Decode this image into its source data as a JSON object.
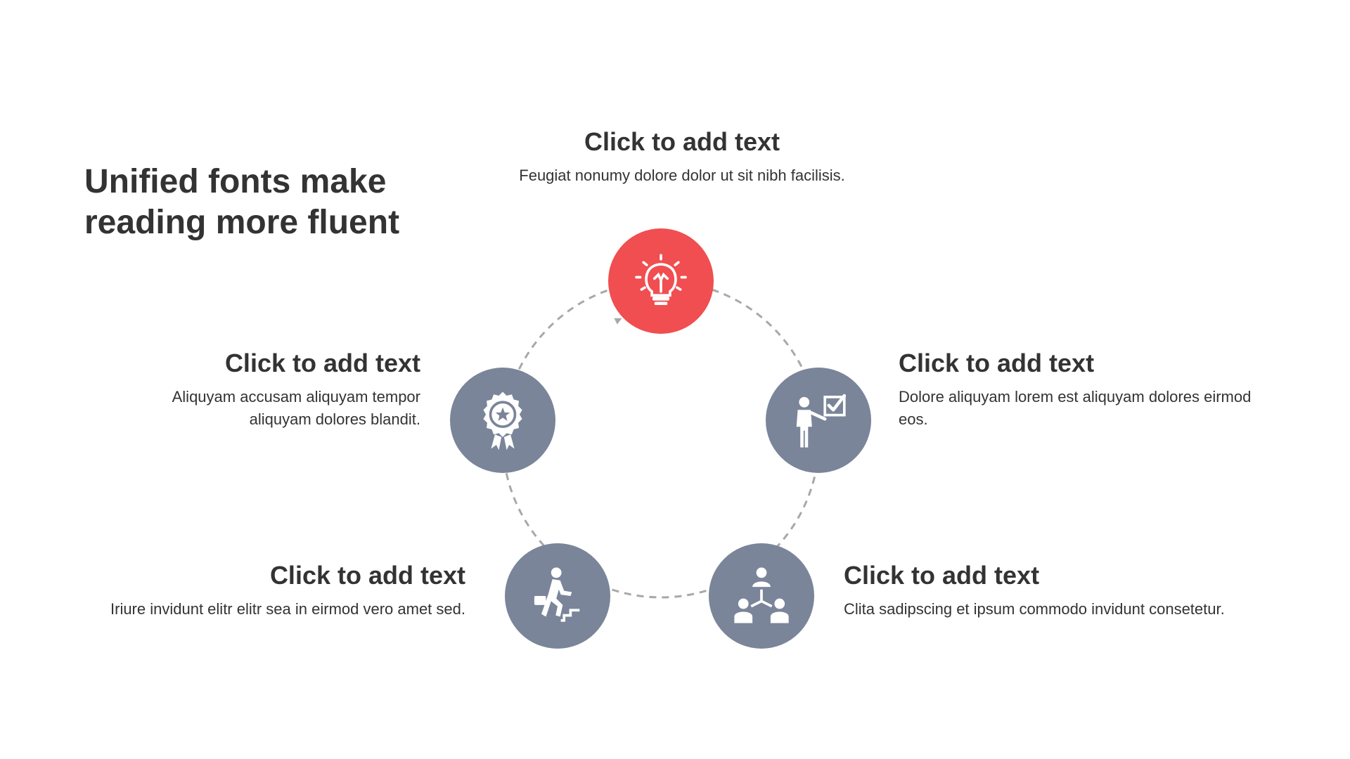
{
  "title_line1": "Unified fonts make",
  "title_line2": "reading more fluent",
  "colors": {
    "accent": "#F04E50",
    "node": "#7A8599",
    "dash": "#A8A8A8",
    "text": "#333333"
  },
  "items": [
    {
      "icon": "lightbulb-icon",
      "heading": "Click to add text",
      "text": "Feugiat nonumy dolore dolor ut sit nibh facilisis."
    },
    {
      "icon": "presenter-checklist-icon",
      "heading": "Click to add text",
      "text": "Dolore aliquyam lorem est aliquyam dolores eirmod eos."
    },
    {
      "icon": "team-network-icon",
      "heading": "Click to add text",
      "text": "Clita sadipscing et ipsum commodo invidunt consetetur."
    },
    {
      "icon": "climbing-stairs-icon",
      "heading": "Click to add text",
      "text": "Iriure invidunt elitr elitr sea in eirmod vero amet sed."
    },
    {
      "icon": "award-badge-icon",
      "heading": "Click to add text",
      "text": "Aliquyam accusam aliquyam tempor aliquyam dolores blandit."
    }
  ]
}
